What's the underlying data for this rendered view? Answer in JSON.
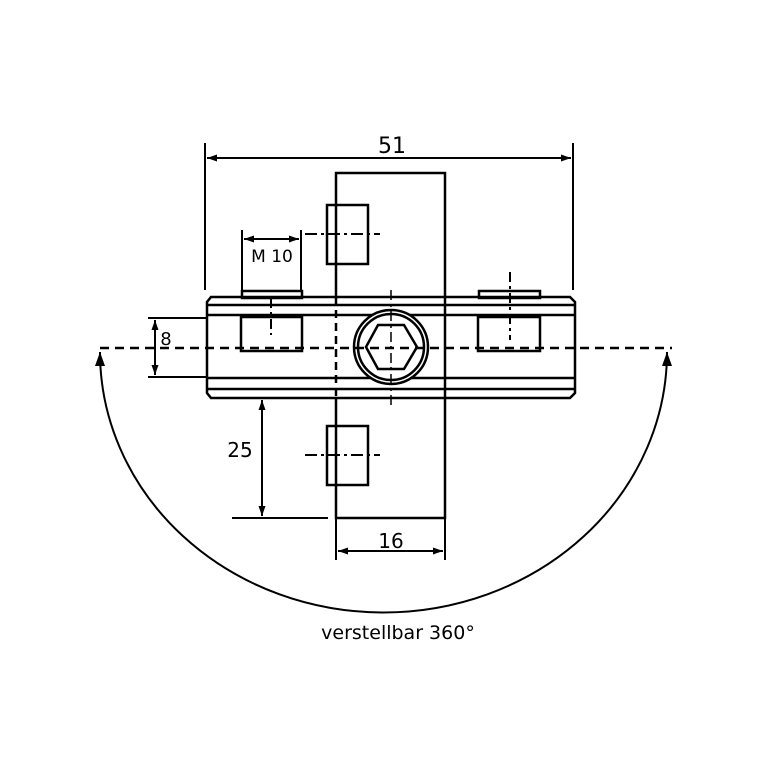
{
  "dimensions": {
    "overall_width": "51",
    "thread": "M 10",
    "bar_half_height": "8",
    "plate_offset": "25",
    "plate_width": "16"
  },
  "caption": "verstellbar 360°",
  "colors": {
    "line": "#000000",
    "background": "#ffffff"
  }
}
